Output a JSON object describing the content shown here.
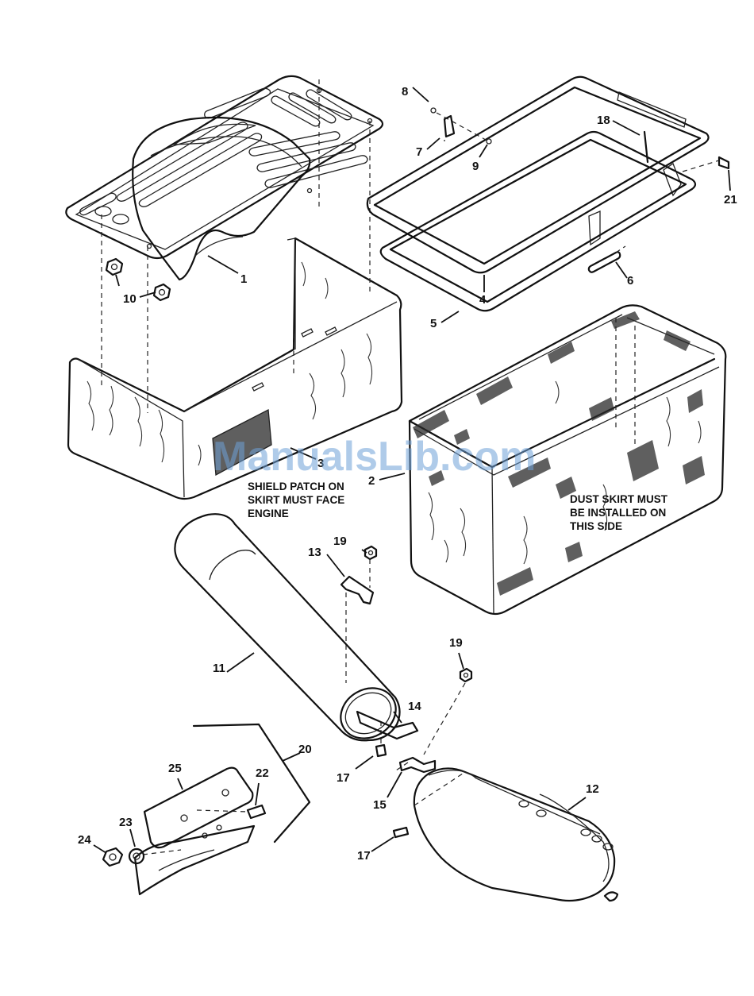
{
  "watermark": "ManualsLib.com",
  "callouts": {
    "c1": "1",
    "c2": "2",
    "c3": "3",
    "c4": "4",
    "c5": "5",
    "c6": "6",
    "c7": "7",
    "c8": "8",
    "c9": "9",
    "c10": "10",
    "c11": "11",
    "c12": "12",
    "c13": "13",
    "c14": "14",
    "c15": "15",
    "c17a": "17",
    "c17b": "17",
    "c18": "18",
    "c19a": "19",
    "c19b": "19",
    "c20": "20",
    "c21": "21",
    "c22": "22",
    "c23": "23",
    "c24": "24",
    "c25": "25"
  },
  "notes": {
    "shield_line1": "SHIELD PATCH ON",
    "shield_line2": "SKIRT MUST FACE",
    "shield_line3": "ENGINE",
    "dust_line1": "DUST SKIRT MUST",
    "dust_line2": "BE INSTALLED ON",
    "dust_line3": "THIS SIDE"
  }
}
